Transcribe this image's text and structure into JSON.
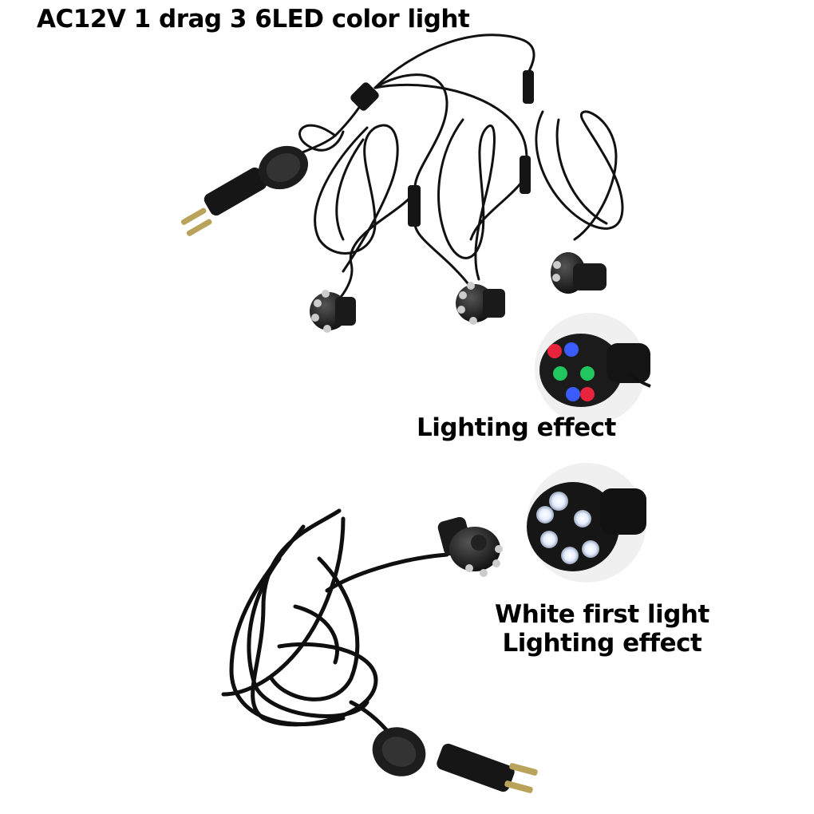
{
  "title": "AC12V 1 drag 3 6LED color light",
  "captions": {
    "color_effect": "Lighting effect",
    "white_line1": "White first light",
    "white_line2": "Lighting effect"
  },
  "colors": {
    "background": "#ffffff",
    "cable": "#111111",
    "led_red": "#e8243c",
    "led_blue": "#3a5cff",
    "led_green": "#22c55e",
    "led_white": "#f4f8ff"
  }
}
